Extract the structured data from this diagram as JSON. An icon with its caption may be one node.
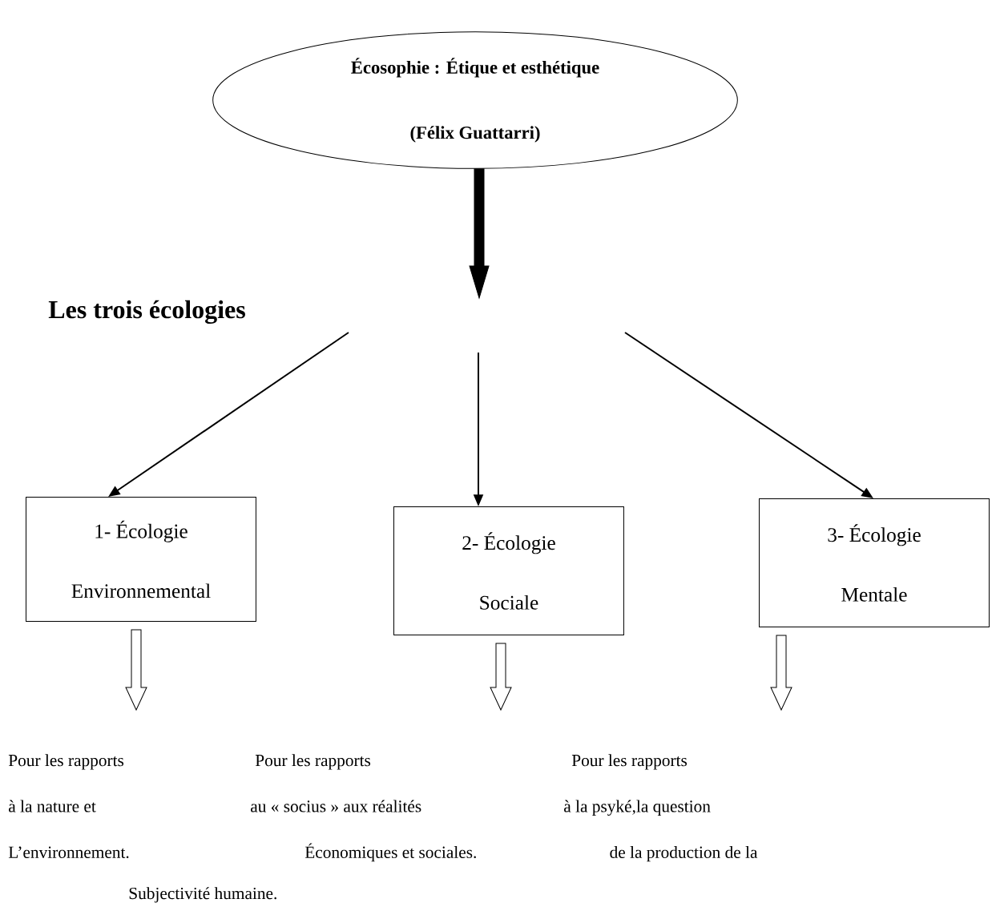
{
  "diagram": {
    "nodes": [
      {
        "text": [
          "Écosophie : Étique et esthétique",
          "(Félix Guattarri)"
        ]
      },
      {
        "text": [
          "1- Écologie",
          "Environnemental"
        ]
      },
      {
        "text": [
          "2- Écologie",
          "Sociale"
        ]
      },
      {
        "text": [
          "3- Écologie",
          "Mentale"
        ]
      },
      {
        "text": [
          "Pour les rapports",
          "à la nature et",
          "L’environnement."
        ]
      },
      {
        "text": [
          "Pour les rapports",
          "au « socius » aux réalités",
          "Économiques et sociales."
        ]
      },
      {
        "text": [
          "Pour les rapports",
          "à la psyké,la question",
          "de la production de la"
        ]
      }
    ],
    "edges": [
      {
        "from": 0,
        "to": null,
        "arrow": "to",
        "style": "thick"
      },
      {
        "from": null,
        "to": 1,
        "arrow": "to"
      },
      {
        "from": null,
        "to": 2,
        "arrow": "to"
      },
      {
        "from": null,
        "to": 3,
        "arrow": "to"
      },
      {
        "from": 1,
        "to": 4,
        "arrow": "to"
      },
      {
        "from": 2,
        "to": 5,
        "arrow": "to"
      },
      {
        "from": 3,
        "to": 6,
        "arrow": "to"
      }
    ],
    "labels": [
      "Les trois écologies",
      "Subjectivité humaine."
    ]
  }
}
